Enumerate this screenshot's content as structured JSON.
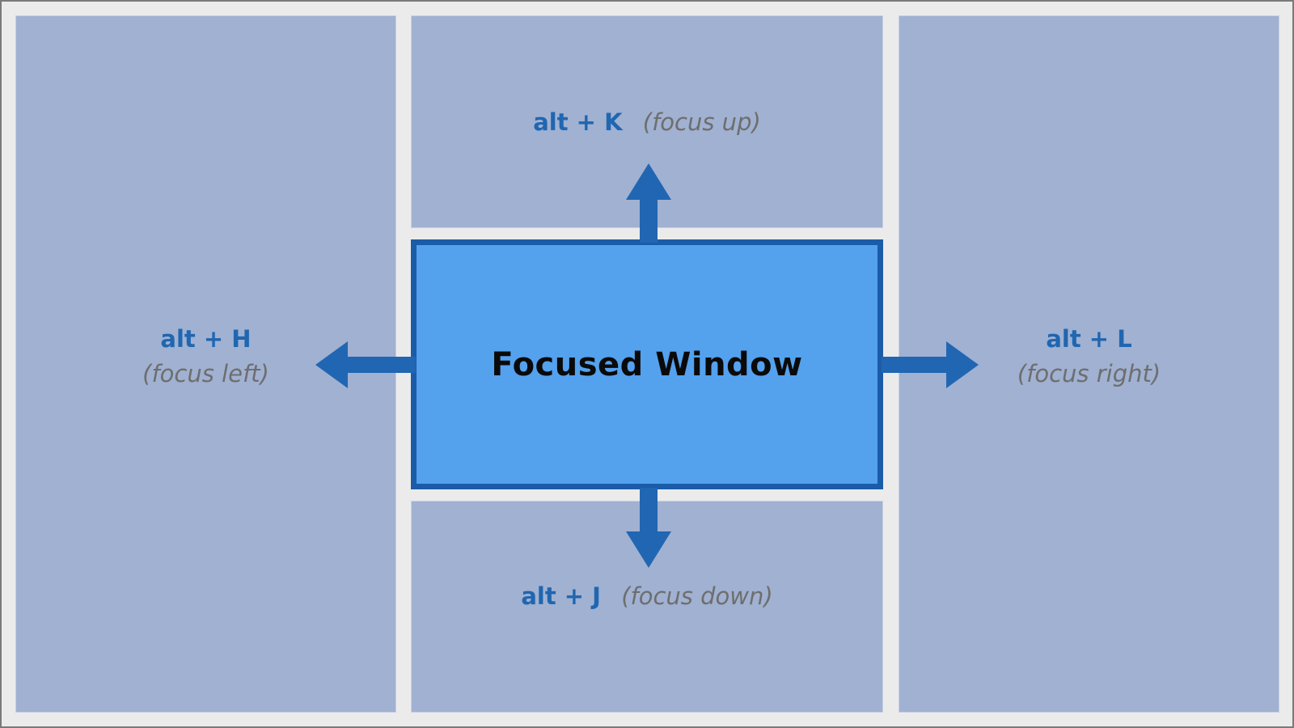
{
  "diagram": {
    "title": "window-focus-keybindings",
    "focused_window": {
      "title": "Focused Window"
    },
    "labels": {
      "up": {
        "keys": "alt + K",
        "desc": "(focus up)"
      },
      "down": {
        "keys": "alt + J",
        "desc": "(focus down)"
      },
      "left": {
        "keys": "alt + H",
        "desc": "(focus left)"
      },
      "right": {
        "keys": "alt + L",
        "desc": "(focus right)"
      }
    },
    "icons": {
      "up": "arrow-up-icon",
      "down": "arrow-down-icon",
      "left": "arrow-left-icon",
      "right": "arrow-right-icon"
    },
    "colors": {
      "background": "#ebebeb",
      "panel": "#a0b1d2",
      "panel_edge": "#c8d0e2",
      "focused_fill": "#54a1ee",
      "focused_border": "#1b5ca8",
      "arrow": "#2166b2",
      "key_text": "#2066b0",
      "desc_text": "#6e6e6e",
      "frame_border": "#7a7a7a"
    }
  }
}
